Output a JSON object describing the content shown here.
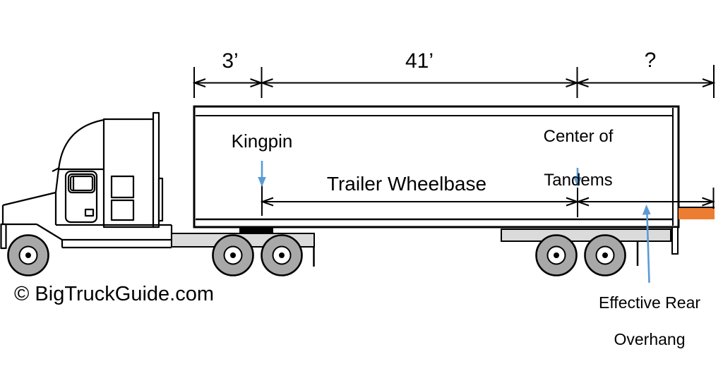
{
  "dimension_labels": {
    "front_offset": "3’",
    "kingpin_to_tandems": "41’",
    "rear_overhang": "?"
  },
  "callouts": {
    "kingpin": "Kingpin",
    "center_of_tandems": [
      "Center of",
      "Tandems"
    ],
    "trailer_wheelbase": "Trailer Wheelbase",
    "effective_rear_overhang": [
      "Effective Rear",
      "Overhang"
    ]
  },
  "watermark": "© BigTruckGuide.com",
  "colors": {
    "callout_blue": "#5B9BD5",
    "overhang_orange": "#ED7D31",
    "wheel_gray": "#A8A8A8",
    "chassis_gray": "#DBDBDB",
    "ink": "#000000"
  }
}
